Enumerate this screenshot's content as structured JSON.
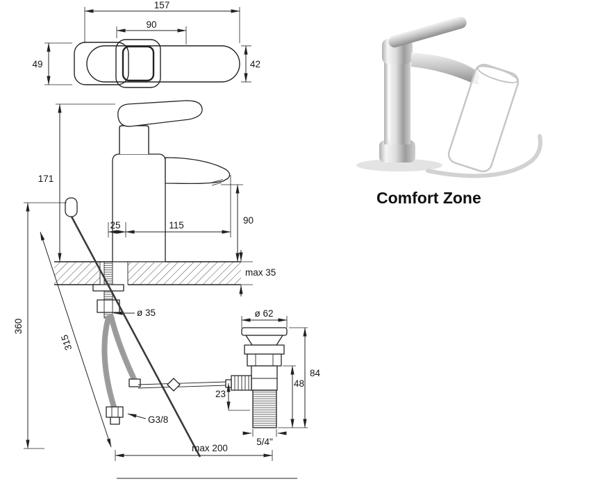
{
  "drawing": {
    "top_view": {
      "overall_width": "157",
      "handle_length": "90",
      "body_depth": "49",
      "lever_depth": "42"
    },
    "front_view": {
      "overall_height": "171",
      "axis_offset": "25",
      "spout_reach": "115",
      "spout_height": "90",
      "deck_thickness": "max 35"
    },
    "installation": {
      "supply_hose_length": "360",
      "pull_rod_length": "315",
      "mounting_hole_diameter": "ø 35",
      "supply_connection": "G3/8",
      "hose_reach": "max 200"
    },
    "drain": {
      "flange_diameter": "ø 62",
      "overall_height": "84",
      "tail_height": "48",
      "port_offset": "23",
      "waste_thread": "5/4\""
    }
  },
  "comfort_zone": {
    "label": "Comfort Zone"
  },
  "colors": {
    "line": "#222222",
    "chrome_light": "#f4f4f4",
    "chrome_dark": "#9e9e9e",
    "soft_gray": "#d2d2d2",
    "text": "#141414",
    "background": "#ffffff"
  }
}
